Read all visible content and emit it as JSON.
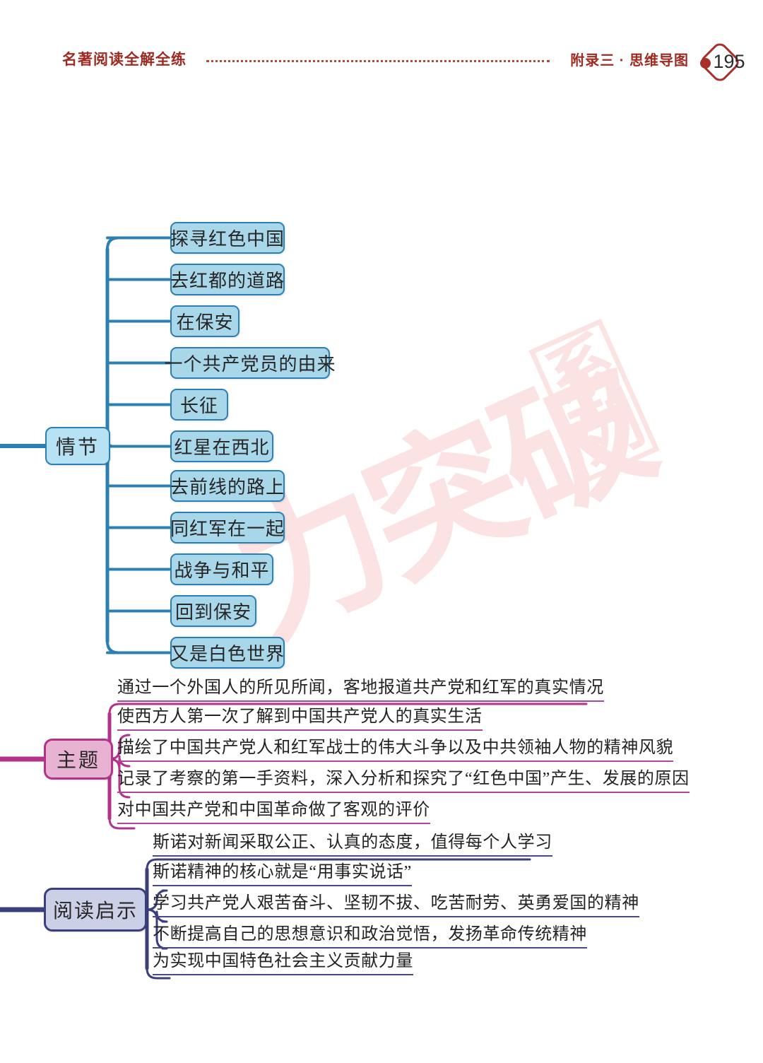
{
  "header": {
    "book_title": "名著阅读全解全练",
    "section": "附录三 · 思维导图",
    "page_number": "195"
  },
  "watermark": {
    "main_text": "力突破",
    "sub_text": "系列"
  },
  "colors": {
    "plot_fill": "#a9d7ea",
    "plot_stroke": "#2c7fb2",
    "theme_fill": "#e8b3d3",
    "theme_stroke": "#b3338c",
    "insight_fill": "#ccd0e6",
    "insight_stroke": "#3b3f7c",
    "header_red": "#9e2b22"
  },
  "mindmap": {
    "branches": [
      {
        "id": "plot",
        "label": "情节",
        "style": "boxed",
        "items": [
          {
            "label": "探寻红色中国"
          },
          {
            "label": "去红都的道路"
          },
          {
            "label": "在保安"
          },
          {
            "label": "一个共产党员的由来"
          },
          {
            "label": "长征"
          },
          {
            "label": "红星在西北"
          },
          {
            "label": "去前线的路上"
          },
          {
            "label": "同红军在一起"
          },
          {
            "label": "战争与和平"
          },
          {
            "label": "回到保安"
          },
          {
            "label": "又是白色世界"
          }
        ]
      },
      {
        "id": "theme",
        "label": "主题",
        "style": "underlined",
        "items": [
          {
            "label": "通过一个外国人的所见所闻，客地报道共产党和红军的真实情况"
          },
          {
            "label": "使西方人第一次了解到中国共产党人的真实生活"
          },
          {
            "label": "描绘了中国共产党人和红军战士的伟大斗争以及中共领袖人物的精神风貌"
          },
          {
            "label": "记录了考察的第一手资料，深入分析和探究了“红色中国”产生、发展的原因"
          },
          {
            "label": "对中国共产党和中国革命做了客观的评价"
          }
        ]
      },
      {
        "id": "insight",
        "label": "阅读启示",
        "style": "underlined",
        "items": [
          {
            "label": "斯诺对新闻采取公正、认真的态度，值得每个人学习"
          },
          {
            "label": "斯诺精神的核心就是“用事实说话”"
          },
          {
            "label": "学习共产党人艰苦奋斗、坚韧不拔、吃苦耐劳、英勇爱国的精神"
          },
          {
            "label": "不断提高自己的思想意识和政治觉悟，发扬革命传统精神"
          },
          {
            "label": "为实现中国特色社会主义贡献力量"
          }
        ]
      }
    ]
  }
}
